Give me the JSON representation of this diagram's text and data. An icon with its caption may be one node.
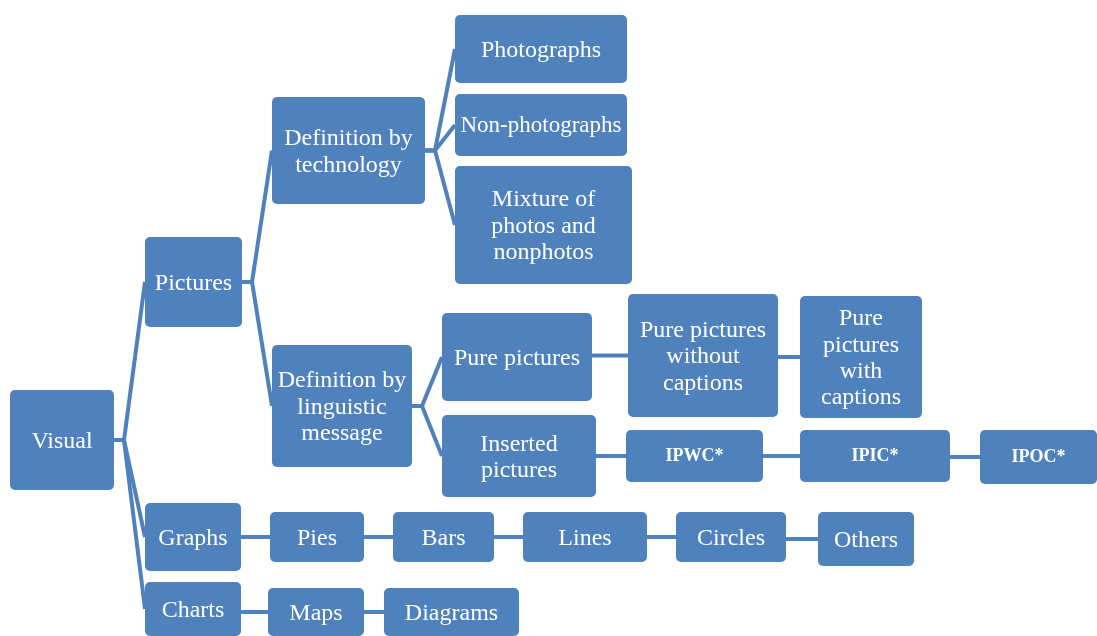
{
  "diagram": {
    "nodes": [
      {
        "text": [
          "Visual"
        ]
      },
      {
        "text": [
          "Pictures"
        ]
      },
      {
        "text": [
          "Definition by technology"
        ]
      },
      {
        "text": [
          "Photographs"
        ]
      },
      {
        "text": [
          "Non-photographs"
        ]
      },
      {
        "text": [
          "Mixture of photos and nonphotos"
        ]
      },
      {
        "text": [
          "Definition by linguistic message"
        ]
      },
      {
        "text": [
          "Pure pictures"
        ]
      },
      {
        "text": [
          "Pure pictures without captions"
        ]
      },
      {
        "text": [
          "Pure pictures with captions"
        ]
      },
      {
        "text": [
          "Inserted pictures"
        ]
      },
      {
        "text": [
          "IPWC*"
        ]
      },
      {
        "text": [
          "IPIC*"
        ]
      },
      {
        "text": [
          "IPOC*"
        ]
      },
      {
        "text": [
          "Graphs"
        ]
      },
      {
        "text": [
          "Pies"
        ]
      },
      {
        "text": [
          "Bars"
        ]
      },
      {
        "text": [
          "Lines"
        ]
      },
      {
        "text": [
          "Circles"
        ]
      },
      {
        "text": [
          "Others"
        ]
      },
      {
        "text": [
          "Charts"
        ]
      },
      {
        "text": [
          "Maps"
        ]
      },
      {
        "text": [
          "Diagrams"
        ]
      }
    ],
    "edges": [
      {
        "from": 0,
        "to": 1,
        "arrow": "none"
      },
      {
        "from": 0,
        "to": 14,
        "arrow": "none"
      },
      {
        "from": 0,
        "to": 20,
        "arrow": "none"
      },
      {
        "from": 1,
        "to": 2,
        "arrow": "none"
      },
      {
        "from": 1,
        "to": 6,
        "arrow": "none"
      },
      {
        "from": 2,
        "to": 3,
        "arrow": "none"
      },
      {
        "from": 2,
        "to": 4,
        "arrow": "none"
      },
      {
        "from": 2,
        "to": 5,
        "arrow": "none"
      },
      {
        "from": 6,
        "to": 7,
        "arrow": "none"
      },
      {
        "from": 6,
        "to": 10,
        "arrow": "none"
      },
      {
        "from": 7,
        "to": 8,
        "arrow": "none"
      },
      {
        "from": 8,
        "to": 9,
        "arrow": "none"
      },
      {
        "from": 10,
        "to": 11,
        "arrow": "none"
      },
      {
        "from": 11,
        "to": 12,
        "arrow": "none"
      },
      {
        "from": 12,
        "to": 13,
        "arrow": "none"
      },
      {
        "from": 14,
        "to": 15,
        "arrow": "none"
      },
      {
        "from": 15,
        "to": 16,
        "arrow": "none"
      },
      {
        "from": 16,
        "to": 17,
        "arrow": "none"
      },
      {
        "from": 17,
        "to": 18,
        "arrow": "none"
      },
      {
        "from": 18,
        "to": 19,
        "arrow": "none"
      },
      {
        "from": 20,
        "to": 21,
        "arrow": "none"
      },
      {
        "from": 21,
        "to": 22,
        "arrow": "none"
      }
    ]
  }
}
